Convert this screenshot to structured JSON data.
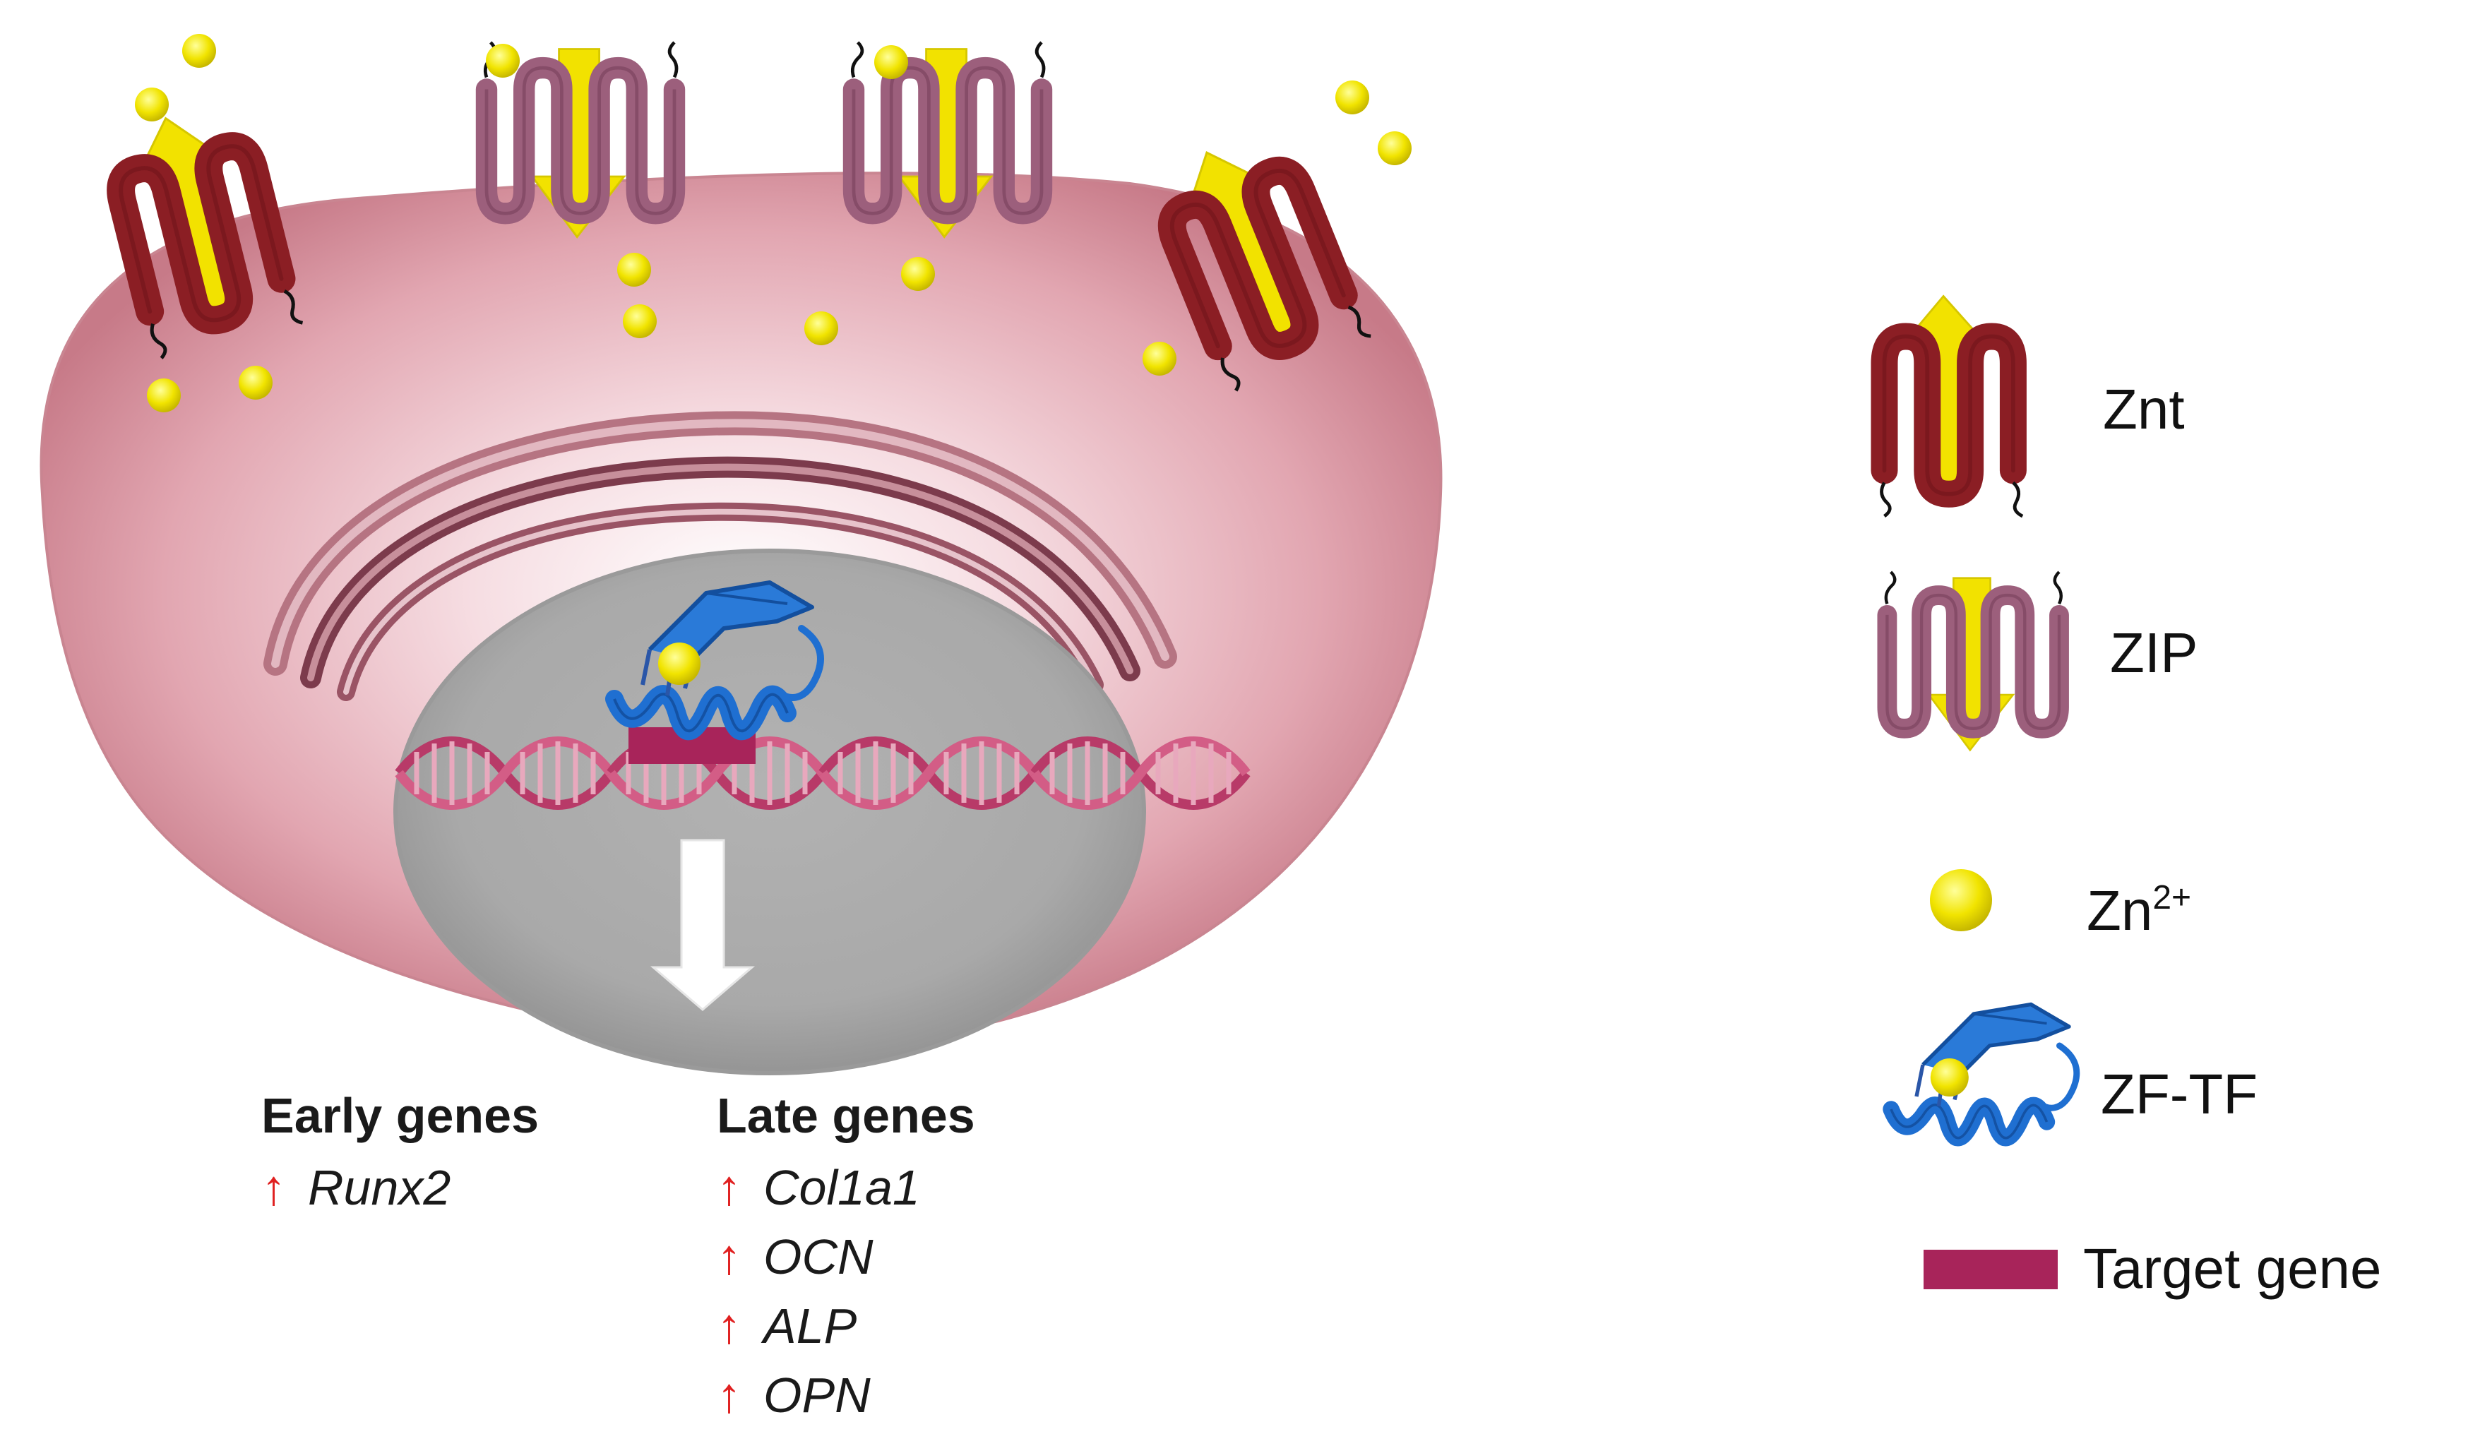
{
  "early_genes": {
    "title": "Early genes",
    "items": [
      {
        "arrow": "↑",
        "name": "Runx2"
      }
    ]
  },
  "late_genes": {
    "title": "Late genes",
    "items": [
      {
        "arrow": "↑",
        "name": "Col1a1"
      },
      {
        "arrow": "↑",
        "name": "OCN"
      },
      {
        "arrow": "↑",
        "name": "ALP"
      },
      {
        "arrow": "↑",
        "name": "OPN"
      }
    ]
  },
  "legend": {
    "znt": "Znt",
    "zip": "ZIP",
    "zn_base": "Zn",
    "zn_sup": "2+",
    "zftf": "ZF-TF",
    "target_gene": "Target gene"
  },
  "colors": {
    "znt": "#8b1e24",
    "zip": "#9c5f7c",
    "zinc": "#f2e200",
    "zf_tf": "#1f6fd1",
    "target_gene": "#a8245a",
    "cell": "#e9b6c0",
    "nucleus": "#b8b8b8",
    "up_arrow": "#e02020"
  }
}
